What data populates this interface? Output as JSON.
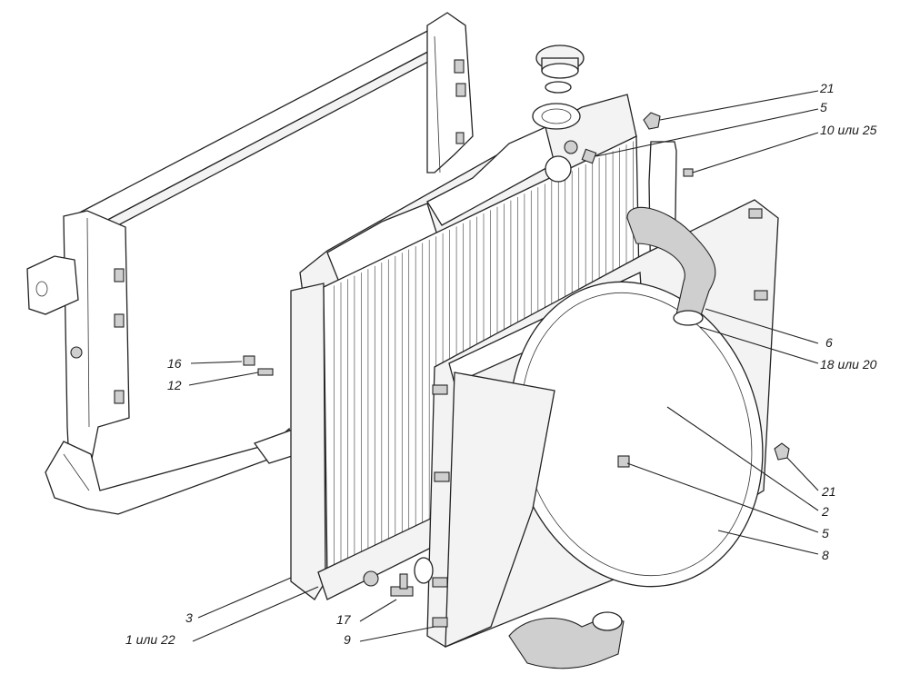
{
  "callouts": {
    "c21_top": "21",
    "c5_top": "5",
    "c10_25": "10 или 25",
    "c16": "16",
    "c12": "12",
    "c6": "6",
    "c18_20": "18 или 20",
    "c21_bottom": "21",
    "c2": "2",
    "c5_bottom": "5",
    "c8": "8",
    "c3": "3",
    "c1_22": "1 или 22",
    "c17": "17",
    "c9": "9"
  },
  "colors": {
    "line": "#222222",
    "fill_light": "#f3f3f3",
    "fill_shade": "#cfcfcf",
    "background": "#ffffff"
  }
}
